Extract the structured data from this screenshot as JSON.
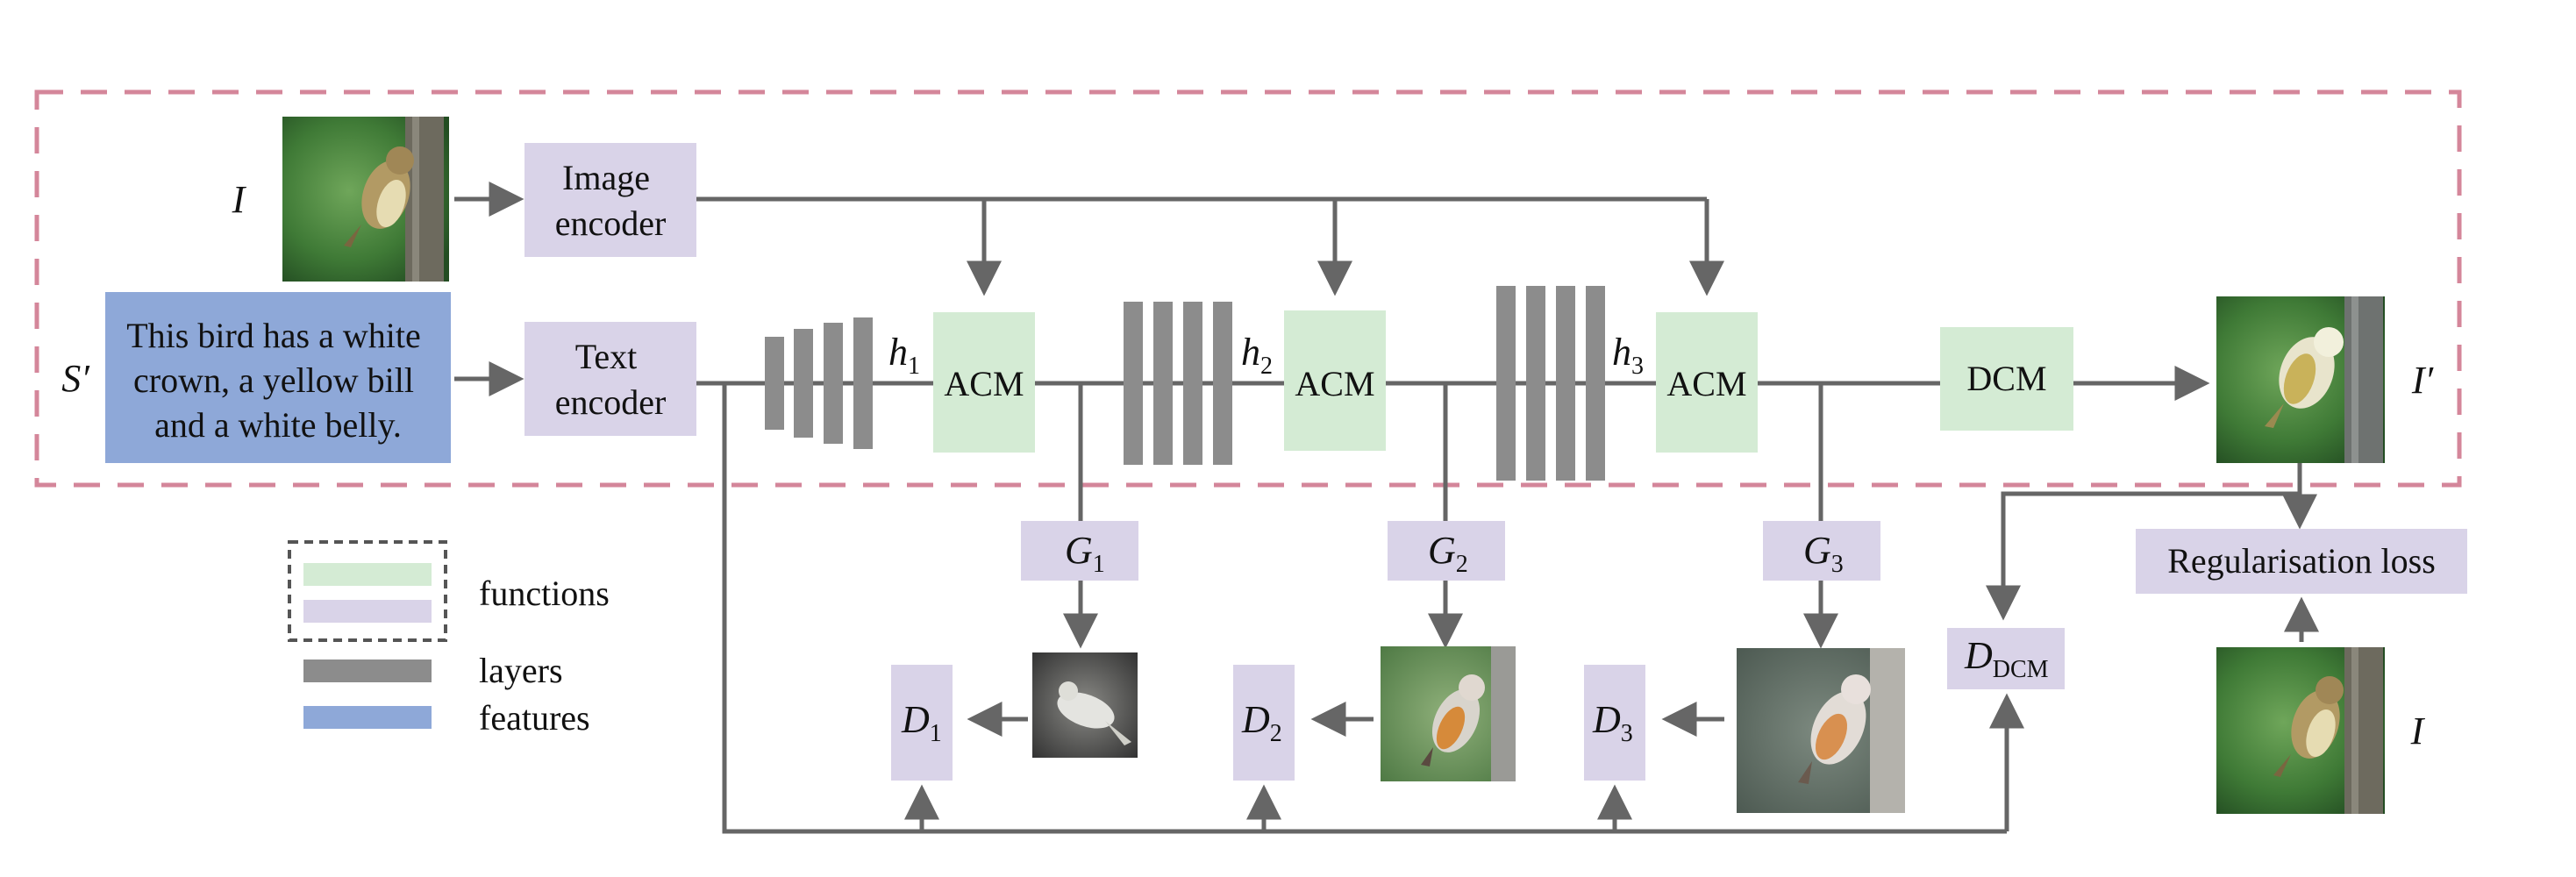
{
  "diagram": {
    "input_image_label": "I",
    "text_label": "S′",
    "text_content": [
      "This bird has a white",
      "crown, a yellow bill",
      "and a white belly."
    ],
    "image_encoder": [
      "Image",
      "encoder"
    ],
    "text_encoder": [
      "Text",
      "encoder"
    ],
    "hidden": [
      {
        "main": "h",
        "sub": "1"
      },
      {
        "main": "h",
        "sub": "2"
      },
      {
        "main": "h",
        "sub": "3"
      }
    ],
    "acm": "ACM",
    "dcm": "DCM",
    "output_label": "I′",
    "generators": [
      {
        "main": "G",
        "sub": "1"
      },
      {
        "main": "G",
        "sub": "2"
      },
      {
        "main": "G",
        "sub": "3"
      }
    ],
    "discriminators": [
      {
        "main": "D",
        "sub": "1"
      },
      {
        "main": "D",
        "sub": "2"
      },
      {
        "main": "D",
        "sub": "3"
      }
    ],
    "d_dcm": {
      "main": "D",
      "sub": "DCM"
    },
    "reg_loss": "Regularisation loss",
    "real_image_label": "I"
  },
  "legend": {
    "functions": "functions",
    "layers": "layers",
    "features": "features"
  },
  "colors": {
    "dashed_box": "#d4869a",
    "encoder_box": "#d9d3e8",
    "acm_box": "#d4ebd4",
    "text_feature": "#8ea8d8",
    "layer_bar": "#8c8c8c",
    "arrow": "#666666"
  }
}
